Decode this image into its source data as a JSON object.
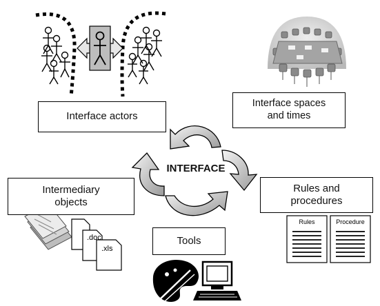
{
  "center": {
    "label": "INTERFACE"
  },
  "boxes": {
    "actors": "Interface actors",
    "spaces": "Interface spaces\nand times",
    "intermediary": "Intermediary\nobjects",
    "rules": "Rules and\nprocedures",
    "tools": "Tools"
  },
  "docs": {
    "doc_label": ".doc",
    "xls_label": ".xls"
  },
  "rules_docs": {
    "rules_label": "Rules",
    "procedure_label": "Procedure"
  }
}
